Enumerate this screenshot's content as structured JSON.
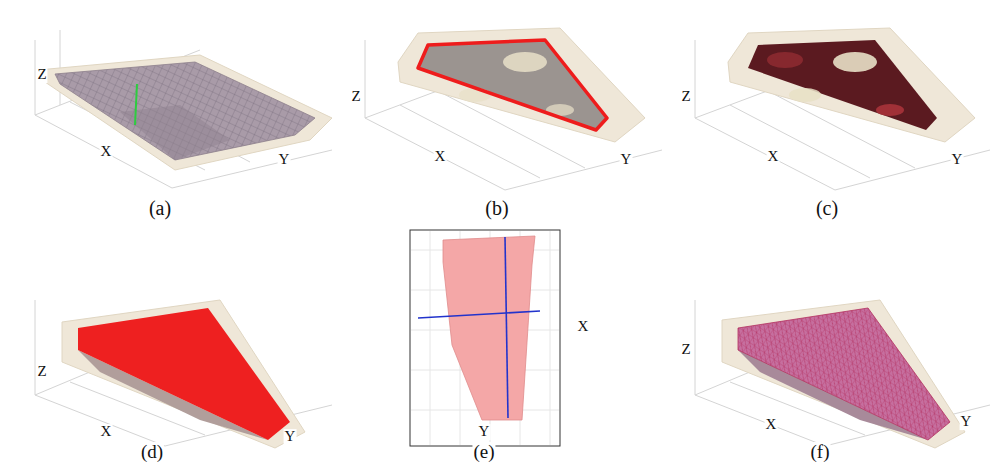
{
  "diagram": {
    "labels": [
      "Z",
      "X",
      "Y",
      "(a)",
      "Z",
      "X",
      "Y",
      "(b)",
      "Z",
      "X",
      "Y",
      "(c)",
      "Z",
      "X",
      "Y",
      "(d)",
      "X",
      "Y",
      "(e)",
      "Z",
      "X",
      "Y",
      "(f)"
    ]
  }
}
